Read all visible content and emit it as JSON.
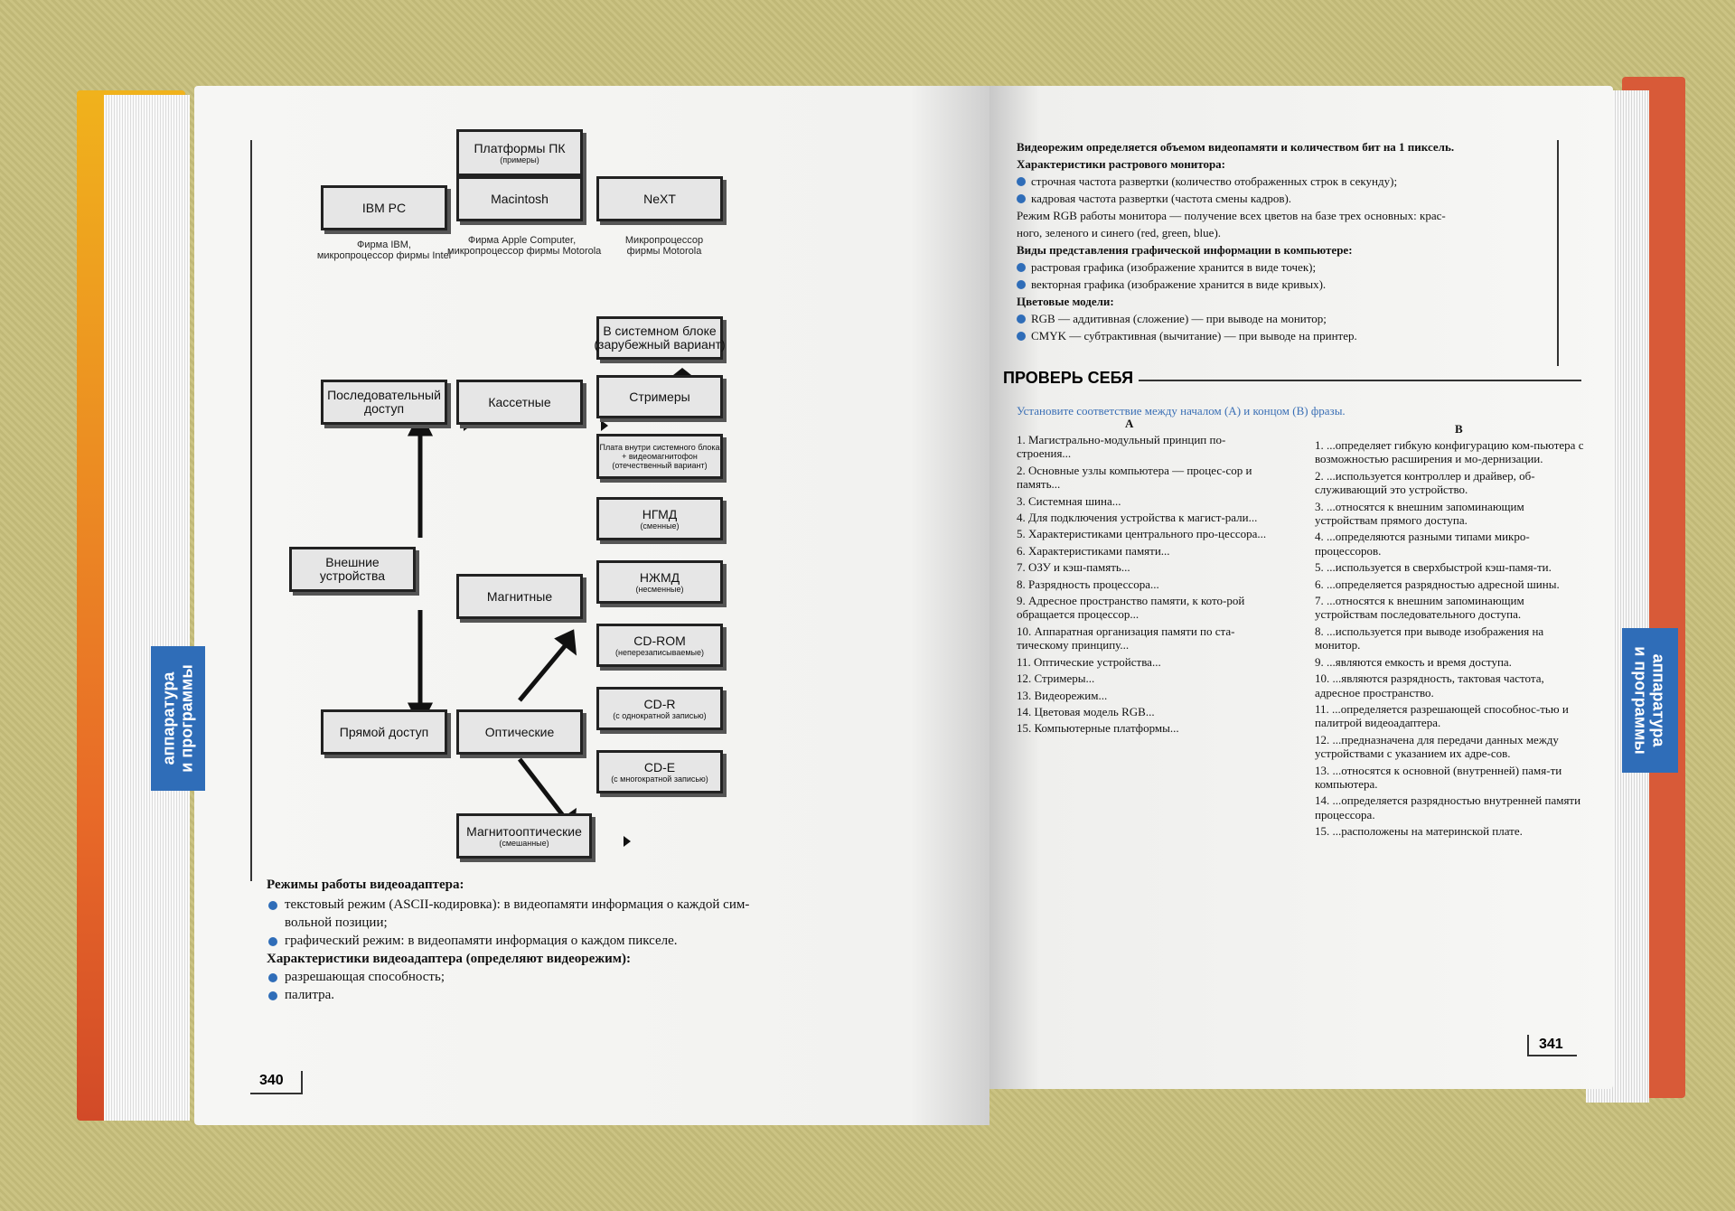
{
  "side_tab": "аппаратура\nи программы",
  "diagram": {
    "platforms": {
      "title": "Платформы ПК",
      "sub": "(примеры)"
    },
    "ibm": "IBM PC",
    "mac": "Macintosh",
    "next": "NeXT",
    "cap_ibm": "Фирма IBM,\nмикропроцессор фирмы Intel",
    "cap_mac": "Фирма Apple Computer,\nмикропроцессор фирмы Motorola",
    "cap_next": "Микропроцессор\nфирмы Motorola",
    "sys_block": "В системном блоке\n(зарубежный вариант)",
    "sequential": "Последовательный\nдоступ",
    "cassette": "Кассетные",
    "streamers": "Стримеры",
    "board": "Плата внутри системного блока\n+ видеомагнитофон\n(отечественный вариант)",
    "external": "Внешние\nустройства",
    "ngmd": {
      "title": "НГМД",
      "sub": "(сменные)"
    },
    "magnetic": "Магнитные",
    "nzhmd": {
      "title": "НЖМД",
      "sub": "(несменные)"
    },
    "cdrom": {
      "title": "CD-ROM",
      "sub": "(неперезаписываемые)"
    },
    "direct": "Прямой доступ",
    "optical": "Оптические",
    "cdr": {
      "title": "CD-R",
      "sub": "(с однократной записью)"
    },
    "cde": {
      "title": "CD-E",
      "sub": "(с многократной записью)"
    },
    "magnetooptical": {
      "title": "Магнитооптические",
      "sub": "(смешанные)"
    }
  },
  "left_text": {
    "h1": "Режимы работы видеоадаптера:",
    "b1": "текстовый режим (ASCII-кодировка): в видеопамяти информация о каждой сим-",
    "b1b": "вольной позиции;",
    "b2": "графический режим: в видеопамяти информация о каждом пикселе.",
    "h2": "Характеристики видеоадаптера (определяют видеорежим):",
    "b3": "разрешающая способность;",
    "b4": "палитра."
  },
  "left_page_number": "340",
  "right_text": {
    "l1": "Видеорежим определяется объемом видеопамяти и количеством бит на 1 пиксель.",
    "l2": "Характеристики растрового монитора:",
    "l3": "строчная частота развертки (количество отображенных строк в секунду);",
    "l4": "кадровая частота развертки (частота смены кадров).",
    "l5": "Режим RGB работы монитора — получение всех цветов на базе трех основных: крас-",
    "l6": "ного, зеленого и синего (red, green, blue).",
    "l7": "Виды представления графической информации в компьютере:",
    "l8": "растровая графика (изображение хранится в виде точек);",
    "l9": "векторная графика (изображение хранится в виде кривых).",
    "l10": "Цветовые модели:",
    "l11": "RGB — аддитивная (сложение) — при выводе на монитор;",
    "l12": "CMYK — субтрактивная (вычитание) — при выводе на принтер."
  },
  "check_heading": "ПРОВЕРЬ СЕБЯ",
  "task": "Установите соответствие между началом (А) и концом (В) фразы.",
  "col_a_label": "А",
  "col_b_label": "В",
  "col_a": [
    "1. Магистрально-модульный принцип по-строения...",
    "2. Основные узлы компьютера — процес-сор и память...",
    "3. Системная шина...",
    "4. Для подключения устройства к магист-рали...",
    "5. Характеристиками центрального про-цессора...",
    "6. Характеристиками памяти...",
    "7. ОЗУ и кэш-память...",
    "8. Разрядность процессора...",
    "9. Адресное пространство памяти, к кото-рой обращается процессор...",
    "10. Аппаратная организация памяти по ста-тическому принципу...",
    "11. Оптические устройства...",
    "12. Стримеры...",
    "13. Видеорежим...",
    "14. Цветовая модель RGB...",
    "15. Компьютерные платформы..."
  ],
  "col_b": [
    "1. ...определяет гибкую конфигурацию ком-пьютера с возможностью расширения и мо-дернизации.",
    "2. ...используется контроллер и драйвер, об-служивающий это устройство.",
    "3. ...относятся к внешним запоминающим устройствам прямого доступа.",
    "4. ...определяются разными типами микро-процессоров.",
    "5. ...используется в сверхбыстрой кэш-памя-ти.",
    "6. ...определяется разрядностью адресной шины.",
    "7. ...относятся к внешним запоминающим устройствам последовательного доступа.",
    "8. ...используется при выводе изображения на монитор.",
    "9. ...являются емкость и время доступа.",
    "10. ...являются разрядность, тактовая частота, адресное пространство.",
    "11. ...определяется разрешающей способнос-тью и палитрой видеоадаптера.",
    "12. ...предназначена для передачи данных между устройствами с указанием их адре-сов.",
    "13. ...относятся к основной (внутренней) памя-ти компьютера.",
    "14. ...определяется разрядностью внутренней памяти процессора.",
    "15. ...расположены на материнской плате."
  ],
  "right_page_number": "341",
  "colors": {
    "accent": "#2f6db8",
    "task_text": "#3a6fb5"
  }
}
